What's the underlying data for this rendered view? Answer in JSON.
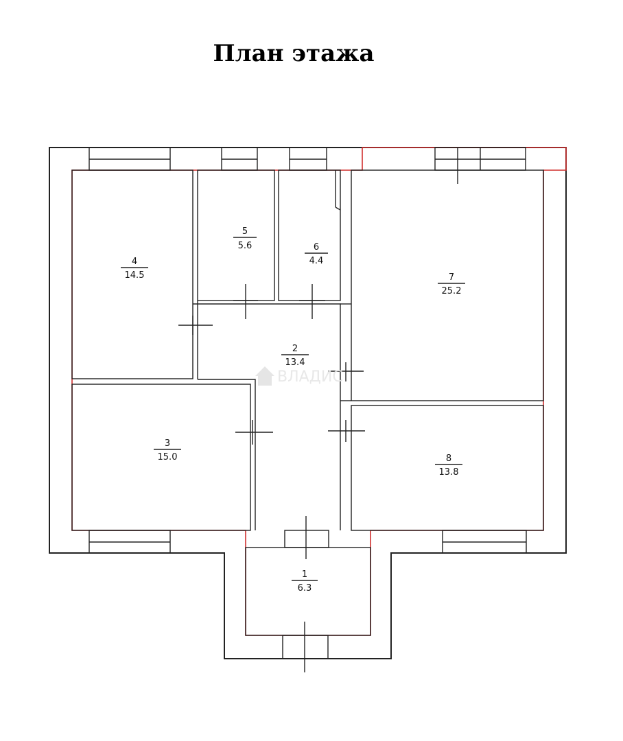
{
  "title": "План этажа",
  "watermark": "ВЛАДИС",
  "colors": {
    "wall": "#222222",
    "area_outline": "#d0302f"
  },
  "rooms": [
    {
      "number": "1",
      "area": "6.3"
    },
    {
      "number": "2",
      "area": "13.4"
    },
    {
      "number": "3",
      "area": "15.0"
    },
    {
      "number": "4",
      "area": "14.5"
    },
    {
      "number": "5",
      "area": "5.6"
    },
    {
      "number": "6",
      "area": "4.4"
    },
    {
      "number": "7",
      "area": "25.2"
    },
    {
      "number": "8",
      "area": "13.8"
    }
  ]
}
